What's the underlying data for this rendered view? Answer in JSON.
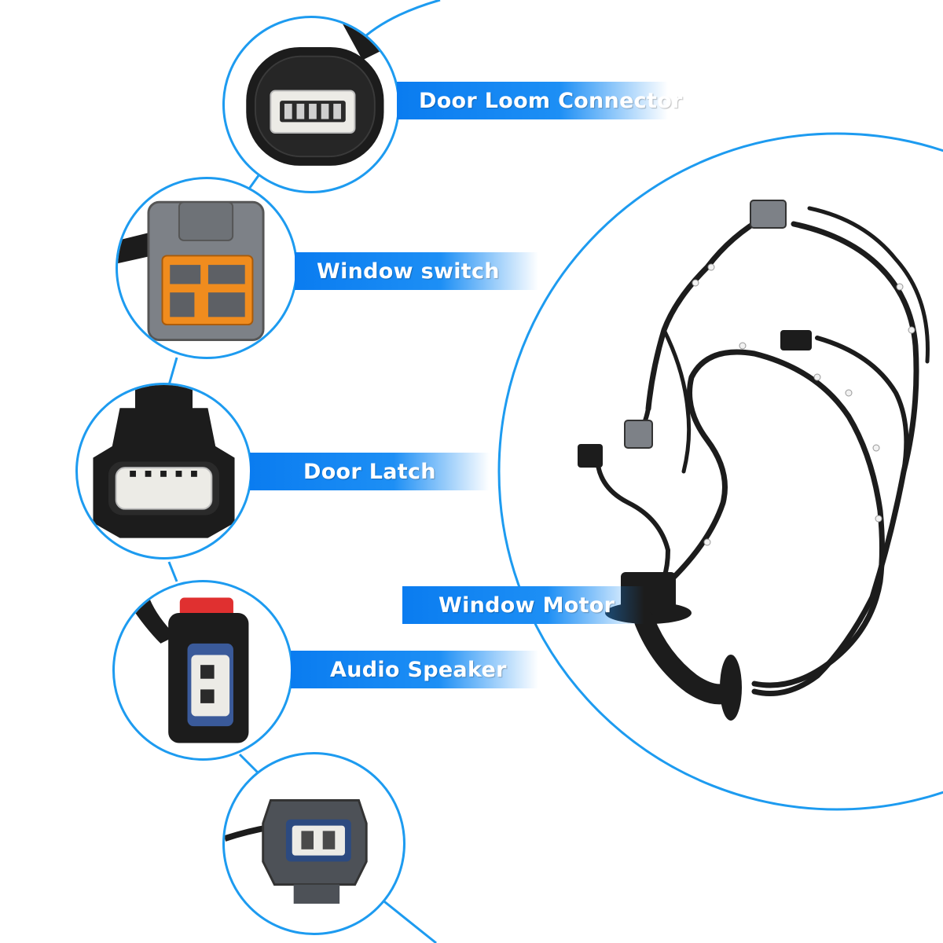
{
  "colors": {
    "accent": "#1d9bf0",
    "banner_start": "#0a7cf0",
    "banner_end": "#ffffff",
    "connector_black": "#1c1c1c",
    "connector_grey": "#7d8187",
    "connector_orange": "#f08c1e",
    "terminal_white": "#ecebe6"
  },
  "labels": {
    "door_loom": "Door Loom Connector",
    "window_switch": "Window switch",
    "door_latch": "Door Latch",
    "audio_speaker": "Audio Speaker",
    "window_motor": "Window Motor"
  },
  "icons": {
    "door_loom": "black-multi-pin-connector",
    "window_switch": "grey-orange-connector",
    "door_latch": "black-latch-connector",
    "audio_speaker": "black-2-pin-connector-red-lock",
    "window_motor": "grey-2-pin-connector",
    "harness": "door-wiring-harness"
  }
}
